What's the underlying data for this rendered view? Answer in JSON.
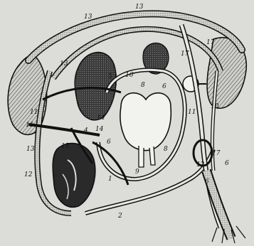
{
  "diagram": {
    "labels": {
      "l1": "13",
      "l2": "13",
      "l3": "13",
      "l4": "13",
      "l5": "12",
      "l6": "11",
      "l7": "5",
      "l8": "16",
      "l9": "8",
      "l10": "6",
      "l11": "14",
      "l12": "14",
      "l13": "4",
      "l14": "15",
      "l15": "6",
      "l16": "17",
      "l17": "17",
      "l18": "11",
      "l19": "10",
      "l20": "17",
      "l21": "12",
      "l22": "6",
      "l23": "6",
      "l24": "8",
      "l25": "9",
      "l26": "1",
      "l27": "2",
      "l28": "11"
    }
  },
  "colors": {
    "ink": "#111111",
    "background": "#dcdcd8",
    "stipple": "#8a8a86",
    "dark_organ": "#2a2a2a"
  }
}
